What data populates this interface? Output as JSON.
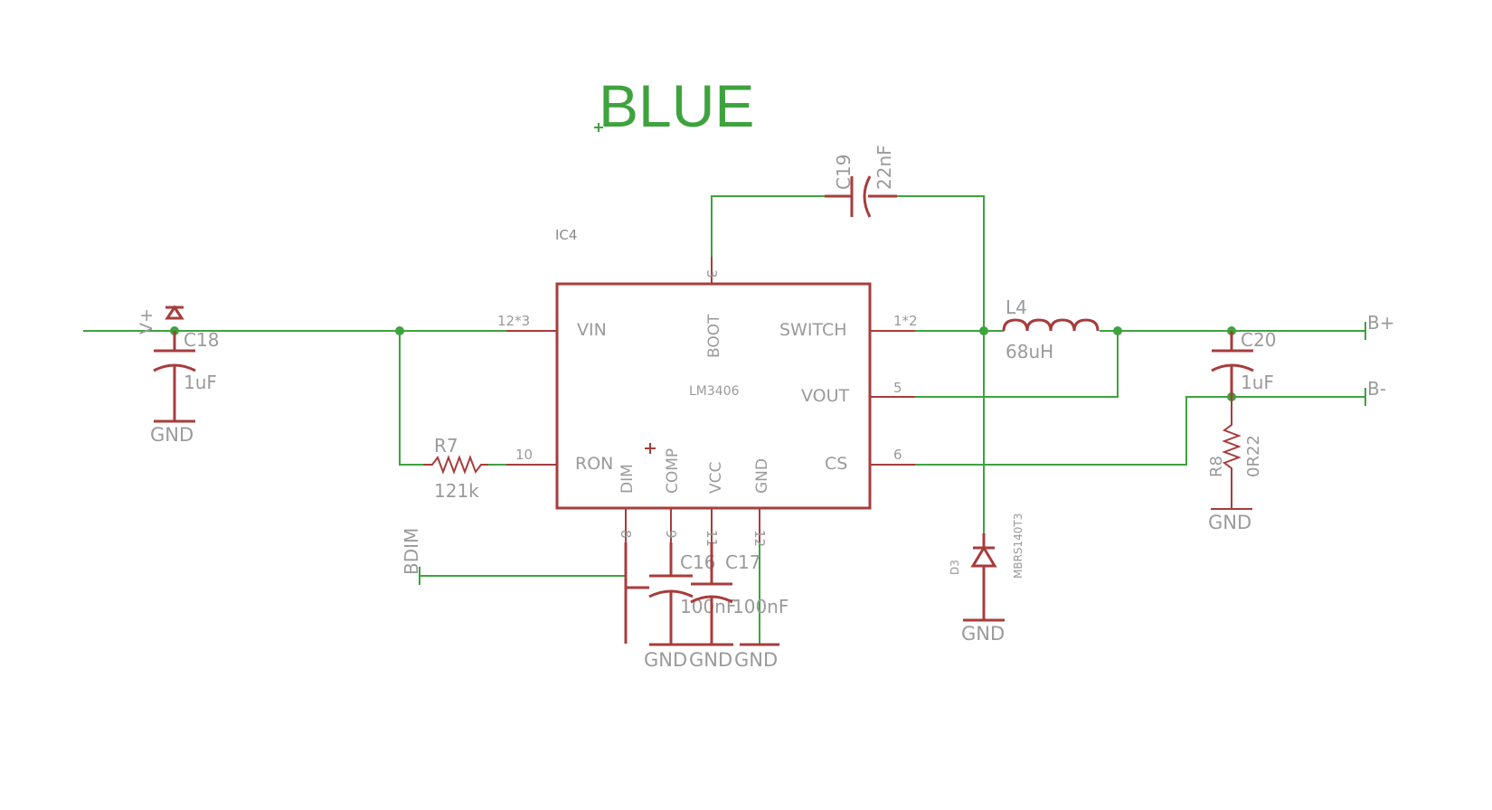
{
  "title": "BLUE",
  "ic": {
    "ref": "IC4",
    "part": "LM3406",
    "pins": {
      "vin": "VIN",
      "boot": "BOOT",
      "switch": "SWITCH",
      "vout": "VOUT",
      "ron": "RON",
      "dim": "DIM",
      "comp": "COMP",
      "vcc": "VCC",
      "gnd": "GND",
      "cs": "CS"
    },
    "pin_numbers": {
      "vin": "12*3",
      "boot": "3",
      "switch": "1*2",
      "vout": "5",
      "ron": "10",
      "cs": "6",
      "dim": "8",
      "comp": "9",
      "vcc": "11",
      "gnd": "12"
    }
  },
  "components": {
    "c18": {
      "name": "C18",
      "value": "1uF"
    },
    "c19": {
      "name": "C19",
      "value": "22nF"
    },
    "c20": {
      "name": "C20",
      "value": "1uF"
    },
    "c16": {
      "name": "C16",
      "value": "100nF"
    },
    "c17": {
      "name": "C17",
      "value": "100nF"
    },
    "r7": {
      "name": "R7",
      "value": "121k"
    },
    "r8": {
      "name": "R8",
      "value": "0R22"
    },
    "l4": {
      "name": "L4",
      "value": "68uH"
    },
    "d3": {
      "name": "D3",
      "value": "MBRS140T3"
    }
  },
  "nets": {
    "vplus": "V+",
    "gnd": "GND",
    "bplus": "B+",
    "bminus": "B-",
    "bdim": "BDIM"
  }
}
